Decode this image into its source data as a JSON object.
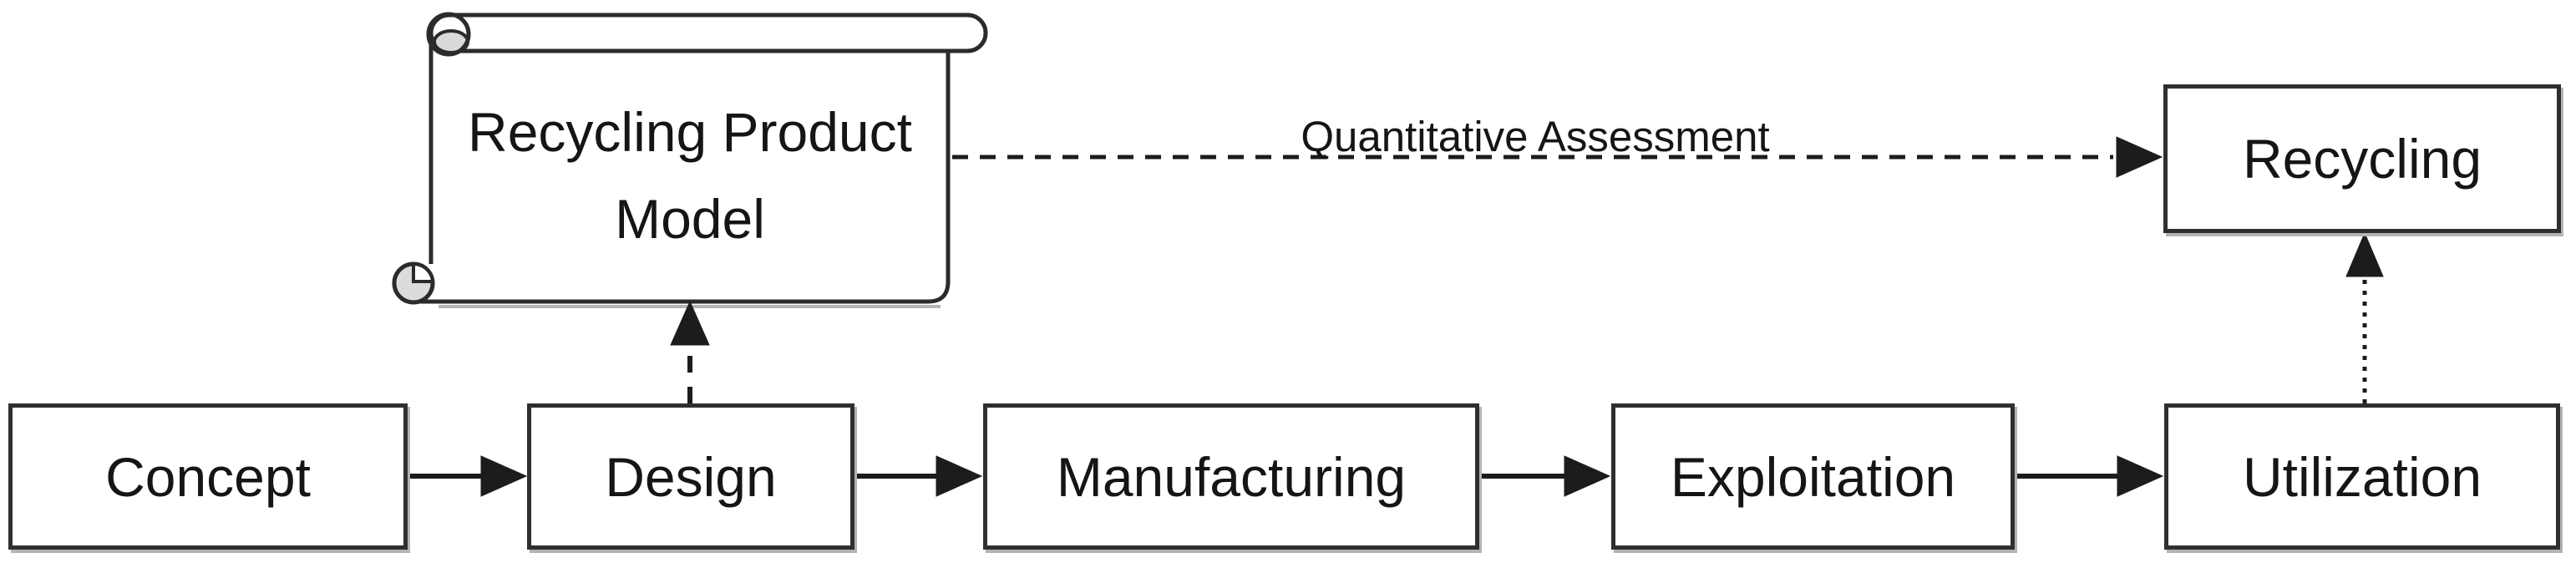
{
  "diagram": {
    "type": "flowchart",
    "nodes": {
      "concept": {
        "label": "Concept",
        "shape": "rectangle"
      },
      "design": {
        "label": "Design",
        "shape": "rectangle"
      },
      "manufacturing": {
        "label": "Manufacturing",
        "shape": "rectangle"
      },
      "exploitation": {
        "label": "Exploitation",
        "shape": "rectangle"
      },
      "utilization": {
        "label": "Utilization",
        "shape": "rectangle"
      },
      "recycling": {
        "label": "Recycling",
        "shape": "rectangle"
      },
      "model": {
        "label": "Recycling Product\nModel",
        "shape": "horizontal-scroll"
      }
    },
    "edges": [
      {
        "from": "concept",
        "to": "design",
        "style": "solid-arrow"
      },
      {
        "from": "design",
        "to": "manufacturing",
        "style": "solid-arrow"
      },
      {
        "from": "manufacturing",
        "to": "exploitation",
        "style": "solid-arrow"
      },
      {
        "from": "exploitation",
        "to": "utilization",
        "style": "solid-arrow"
      },
      {
        "from": "design",
        "to": "model",
        "style": "dashed-arrow"
      },
      {
        "from": "model",
        "to": "recycling",
        "style": "dashed-arrow",
        "label": "Quantitative Assessment"
      },
      {
        "from": "utilization",
        "to": "recycling",
        "style": "dotted-arrow"
      }
    ],
    "colors": {
      "background": "#ffffff",
      "line": "#1c1c1c",
      "box_border": "#2f2f2f",
      "box_fill": "#ffffff",
      "shadow": "#b3b3b3",
      "scroll_curl_fill": "#d9d9d9",
      "text": "#151515"
    }
  }
}
